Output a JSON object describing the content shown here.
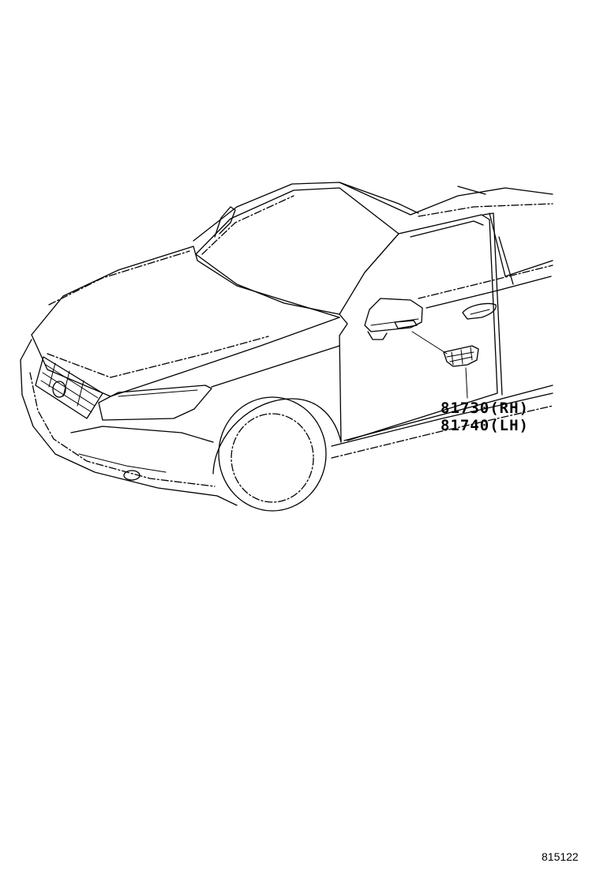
{
  "parts": [
    {
      "number": "81730",
      "side": "(RH)"
    },
    {
      "number": "81740",
      "side": "(LH)"
    }
  ],
  "diagram_id": "815122"
}
